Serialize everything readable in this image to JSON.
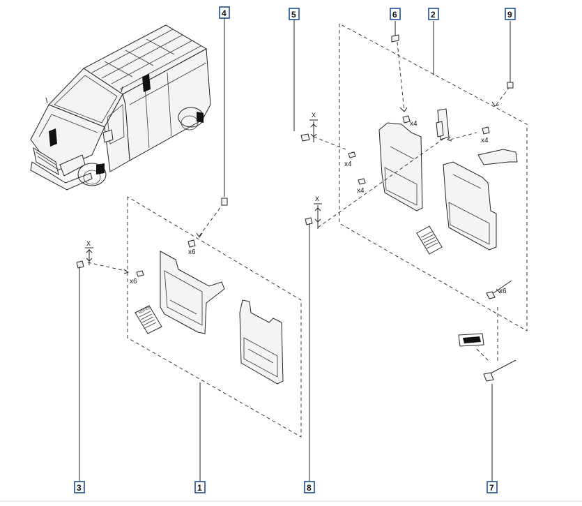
{
  "callouts": {
    "c1": "1",
    "c2": "2",
    "c3": "3",
    "c4": "4",
    "c5": "5",
    "c6": "6",
    "c7": "7",
    "c8": "8",
    "c9": "9"
  },
  "quantities": {
    "rear_clip": "x6",
    "rear_screw": "x6",
    "front_clip": "x4",
    "front_screw_upper": "x4",
    "front_screw_lower": "x4",
    "front_nut": "x4",
    "rivet": "x6"
  },
  "torque_marker": "X"
}
